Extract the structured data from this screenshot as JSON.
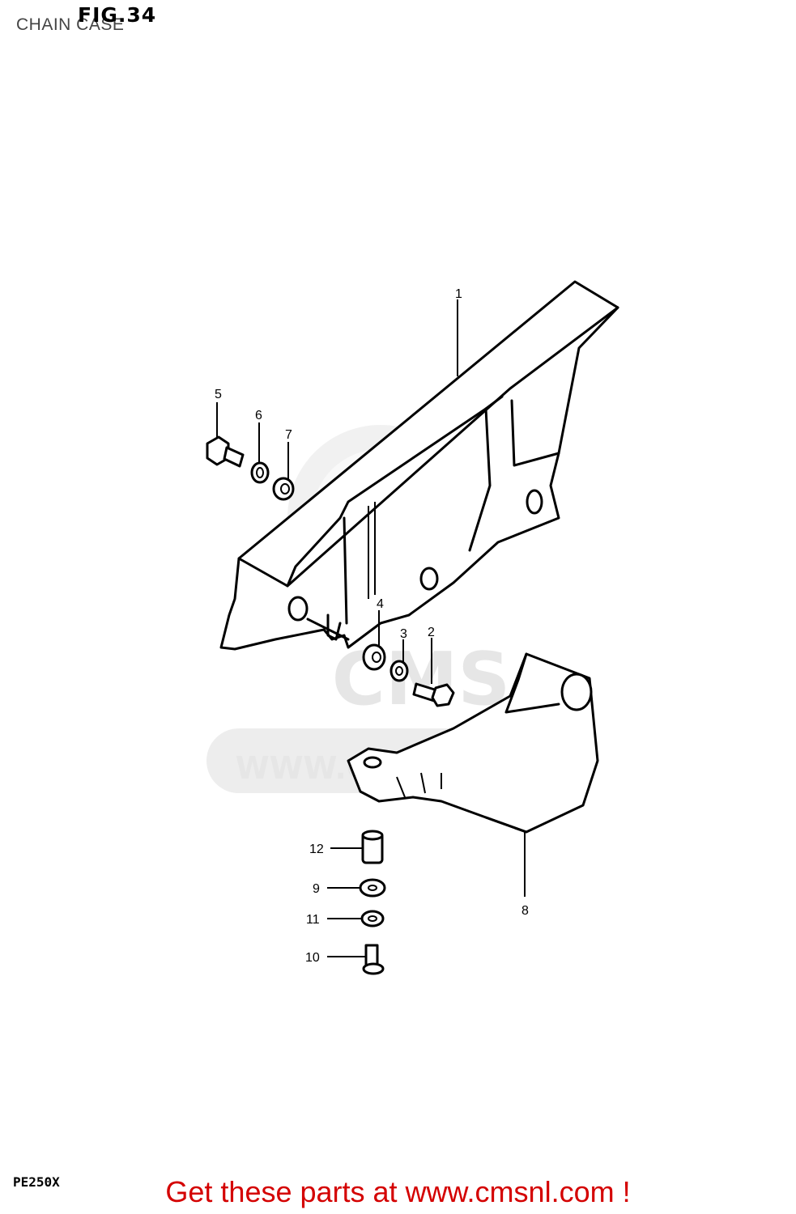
{
  "header": {
    "figure_title": "FIG.34",
    "subtitle": "CHAIN CASE"
  },
  "model": "PE250X",
  "footer": {
    "banner": "Get these parts at www.cmsnl.com !"
  },
  "watermark": {
    "text": "WWW.CMSNL.COM",
    "logo": "CMS"
  },
  "callouts": [
    {
      "id": "1",
      "label": "1"
    },
    {
      "id": "2",
      "label": "2"
    },
    {
      "id": "3",
      "label": "3"
    },
    {
      "id": "4",
      "label": "4"
    },
    {
      "id": "5",
      "label": "5"
    },
    {
      "id": "6",
      "label": "6"
    },
    {
      "id": "7",
      "label": "7"
    },
    {
      "id": "8",
      "label": "8"
    },
    {
      "id": "9",
      "label": "9"
    },
    {
      "id": "10",
      "label": "10"
    },
    {
      "id": "11",
      "label": "11"
    },
    {
      "id": "12",
      "label": "12"
    }
  ],
  "colors": {
    "footer_text": "#d40000",
    "watermark": "#e6e6e6",
    "line_art": "#000000"
  }
}
